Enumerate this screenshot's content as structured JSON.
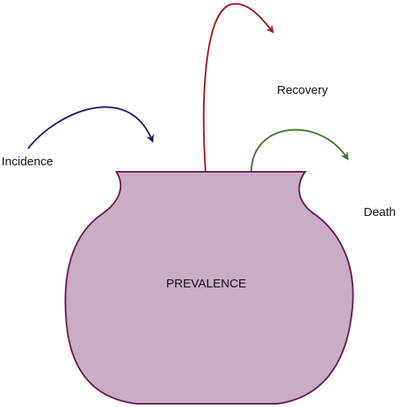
{
  "diagram": {
    "labels": {
      "incidence": "Incidence",
      "recovery": "Recovery",
      "death": "Death",
      "prevalence": "PREVALENCE"
    },
    "colors": {
      "pot_fill": "#c8adc5",
      "pot_stroke": "#6b1a5a",
      "incidence_arrow": "#1f1a6e",
      "recovery_arrow": "#a3171f",
      "death_arrow": "#3e7a24"
    }
  }
}
